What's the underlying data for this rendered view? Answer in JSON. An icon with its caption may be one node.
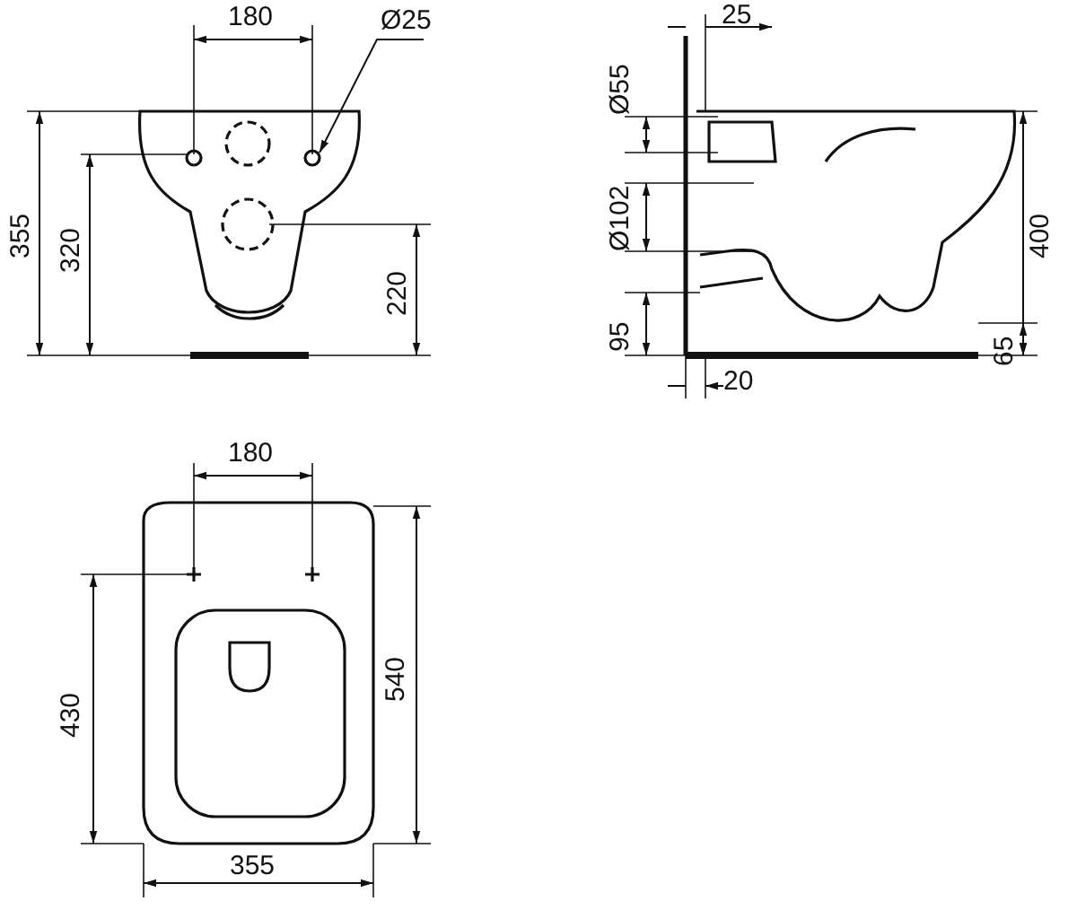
{
  "diagram": {
    "labels": [
      "180",
      "Ø25",
      "25",
      "Ø55",
      "355",
      "320",
      "220",
      "Ø102",
      "400",
      "95",
      "65",
      "20",
      "180",
      "430",
      "540",
      "355"
    ]
  }
}
